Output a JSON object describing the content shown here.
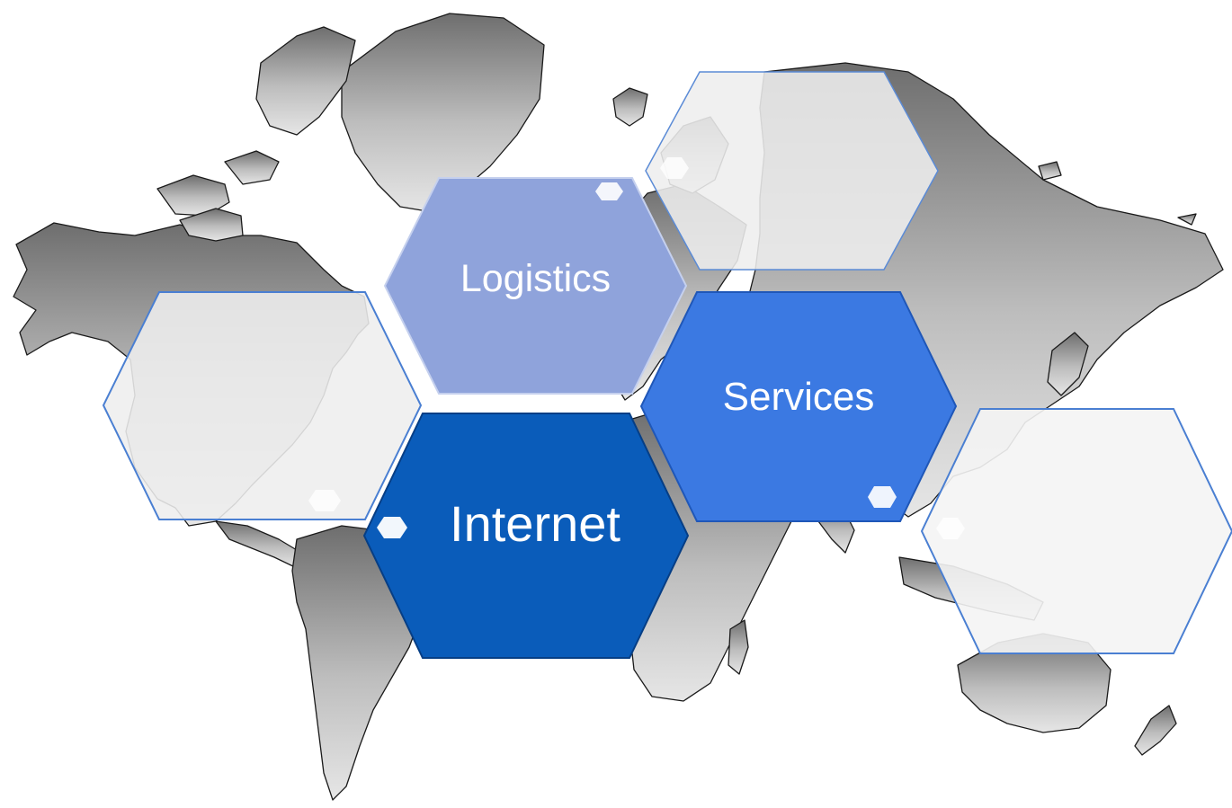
{
  "diagram": {
    "hexagons": [
      {
        "id": "logistics",
        "label": "Logistics",
        "color": "#8FA3DB"
      },
      {
        "id": "services",
        "label": "Services",
        "color": "#3B79E2"
      },
      {
        "id": "internet",
        "label": "Internet",
        "color": "#0A5CBA"
      },
      {
        "id": "blank-left",
        "label": "",
        "color": "#EEEEEE"
      },
      {
        "id": "blank-top-right",
        "label": "",
        "color": "#EEEEEE"
      },
      {
        "id": "blank-right",
        "label": "",
        "color": "#F4F4F4"
      }
    ],
    "background": {
      "icon": "world-map",
      "color": "#8C8C8C"
    }
  }
}
